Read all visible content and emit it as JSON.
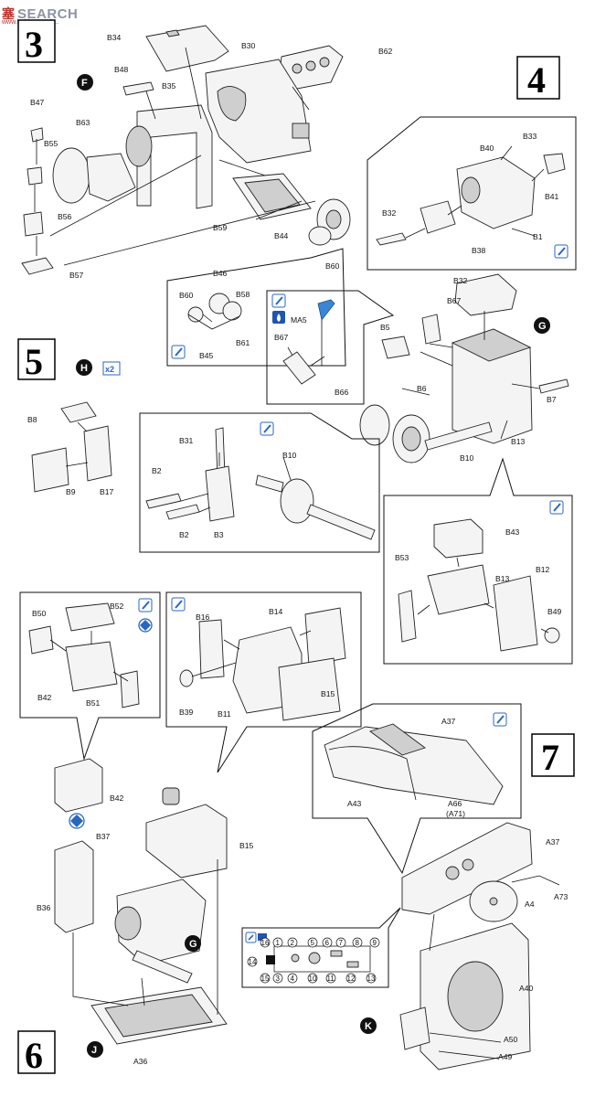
{
  "watermark": {
    "cn": "塞",
    "brand": "SEARCH",
    "url": "www.hobbysearch..."
  },
  "steps": {
    "s3": "3",
    "s4": "4",
    "s5": "5",
    "s6": "6",
    "s7": "7"
  },
  "circle_letters": {
    "F": "F",
    "G1": "G",
    "H": "H",
    "G2": "G",
    "J": "J",
    "K": "K"
  },
  "badges": {
    "x2": "x2"
  },
  "labels": {
    "B34": "B34",
    "B30": "B30",
    "B62": "B62",
    "B48": "B48",
    "B35": "B35",
    "B47": "B47",
    "B55": "B55",
    "B63": "B63",
    "B56": "B56",
    "B57": "B57",
    "B59": "B59",
    "B44": "B44",
    "B60a": "B60",
    "B46": "B46",
    "B60b": "B60",
    "B58": "B58",
    "B45": "B45",
    "B61": "B61",
    "B33": "B33",
    "B40": "B40",
    "B41": "B41",
    "B32a": "B32",
    "B38": "B38",
    "B1": "B1",
    "MA5": "MA5",
    "B67a": "B67",
    "B66": "B66",
    "B5": "B5",
    "B32b": "B32",
    "B67b": "B67",
    "B6": "B6",
    "B7": "B7",
    "B13a": "B13",
    "B10a": "B10",
    "B8": "B8",
    "B9": "B9",
    "B17": "B17",
    "B31": "B31",
    "B10b": "B10",
    "B2a": "B2",
    "B2b": "B2",
    "B3": "B3",
    "B43": "B43",
    "B53": "B53",
    "B13b": "B13",
    "B12": "B12",
    "B49": "B49",
    "B50": "B50",
    "B52": "B52",
    "B42a": "B42",
    "B51": "B51",
    "B16": "B16",
    "B14": "B14",
    "B39": "B39",
    "B11": "B11",
    "B15a": "B15",
    "A37a": "A37",
    "A43": "A43",
    "A66": "A66",
    "A71": "(A71)",
    "B42b": "B42",
    "B37": "B37",
    "B36": "B36",
    "B15b": "B15",
    "A37b": "A37",
    "A73": "A73",
    "A4": "A4",
    "A40": "A40",
    "A36": "A36",
    "A50": "A50",
    "A49": "A49"
  },
  "decal_numbers": [
    "16",
    "1",
    "2",
    "5",
    "6",
    "7",
    "8",
    "9",
    "14",
    "15",
    "3",
    "4",
    "10",
    "11",
    "12",
    "13"
  ]
}
